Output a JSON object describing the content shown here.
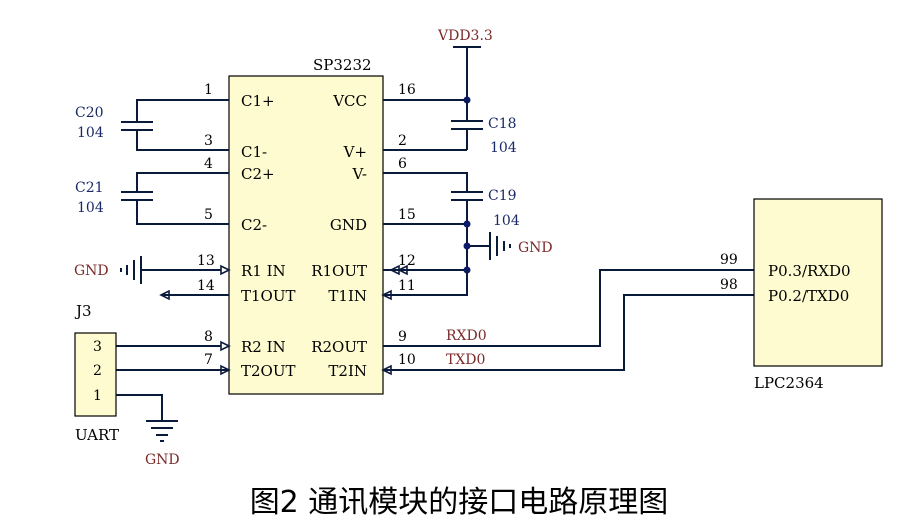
{
  "caption": "图2   通讯模块的接口电路原理图",
  "sp3232": {
    "name": "SP3232",
    "left_pins": [
      {
        "num": "1",
        "name": "C1+"
      },
      {
        "num": "3",
        "name": "C1-"
      },
      {
        "num": "4",
        "name": "C2+"
      },
      {
        "num": "5",
        "name": "C2-"
      },
      {
        "num": "13",
        "name": "R1 IN"
      },
      {
        "num": "14",
        "name": "T1OUT"
      },
      {
        "num": "8",
        "name": "R2 IN"
      },
      {
        "num": "7",
        "name": "T2OUT"
      }
    ],
    "right_pins": [
      {
        "num": "16",
        "name": "VCC"
      },
      {
        "num": "2",
        "name": "V+"
      },
      {
        "num": "6",
        "name": "V-"
      },
      {
        "num": "15",
        "name": "GND"
      },
      {
        "num": "12",
        "name": "R1OUT"
      },
      {
        "num": "11",
        "name": "T1IN"
      },
      {
        "num": "9",
        "name": "R2OUT"
      },
      {
        "num": "10",
        "name": "T2IN"
      }
    ]
  },
  "lpc2364": {
    "name": "LPC2364",
    "pins": [
      {
        "num": "99",
        "name": "P0.3/RXD0"
      },
      {
        "num": "98",
        "name": "P0.2/TXD0"
      }
    ]
  },
  "uart": {
    "ref": "J3",
    "name": "UART",
    "pins": [
      "3",
      "2",
      "1"
    ]
  },
  "capacitors": [
    {
      "ref": "C20",
      "value": "104"
    },
    {
      "ref": "C21",
      "value": "104"
    },
    {
      "ref": "C18",
      "value": "104"
    },
    {
      "ref": "C19",
      "value": "104"
    }
  ],
  "nets": {
    "vdd": "VDD3.3",
    "gnd": "GND",
    "rxd": "RXD0",
    "txd": "TXD0"
  },
  "colors": {
    "chip_fill": "#fdfbcf",
    "wire": "#0a1a3a",
    "net_label": "#7a2a2a",
    "ref_label": "#1a2a66"
  }
}
